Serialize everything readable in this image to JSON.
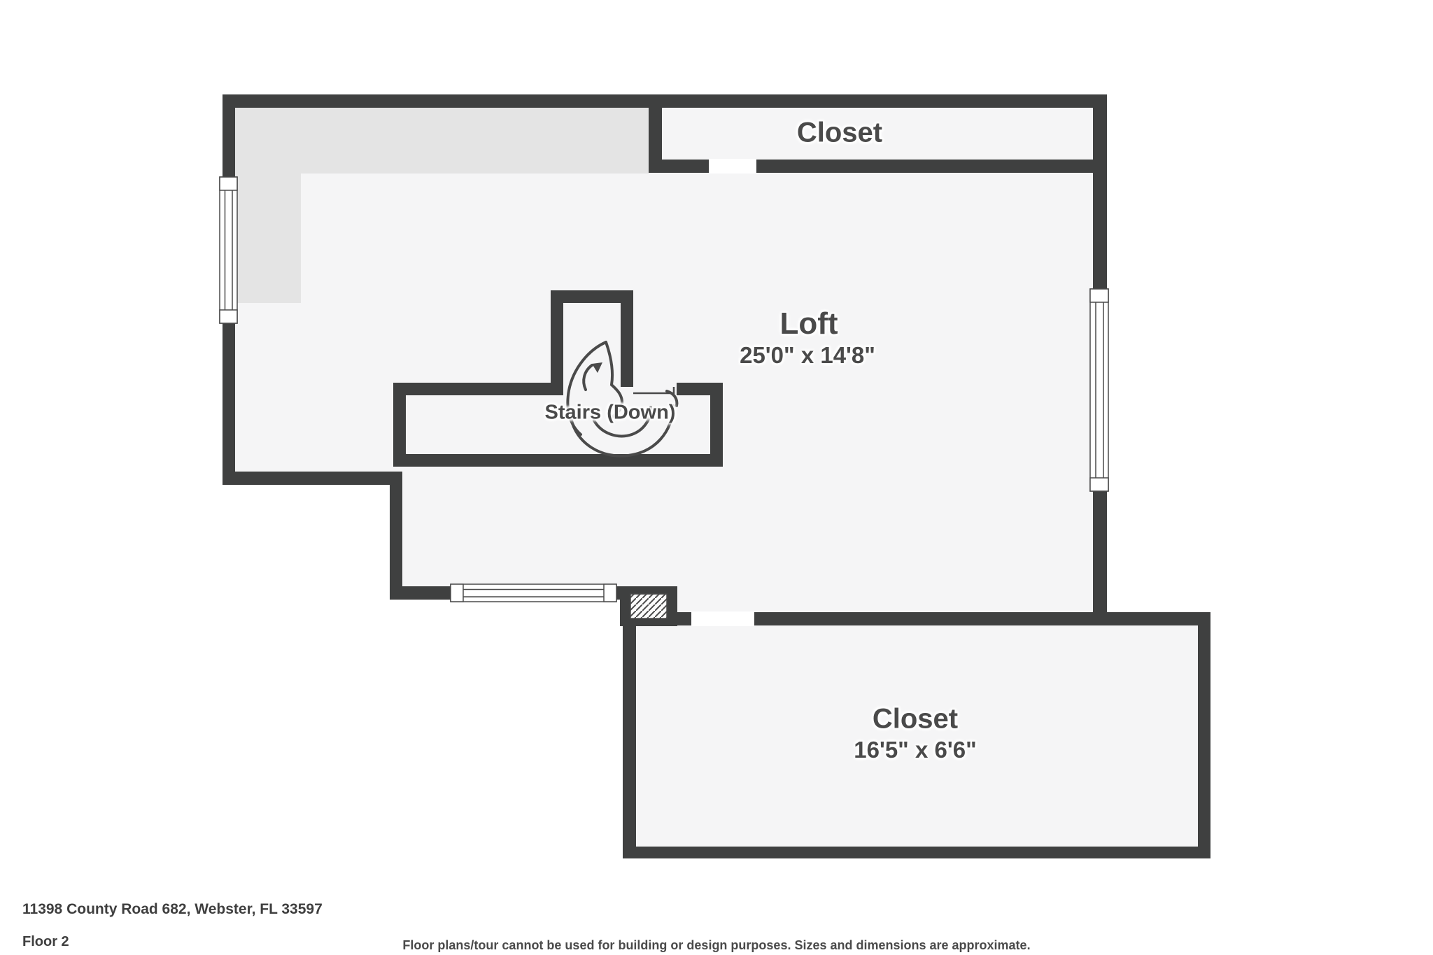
{
  "floorplan": {
    "rooms": [
      {
        "id": "closet-top",
        "label": "Closet",
        "dims": ""
      },
      {
        "id": "loft",
        "label": "Loft",
        "dims": "25'0\" x 14'8\""
      },
      {
        "id": "stairs",
        "label": "Stairs (Down)",
        "dims": ""
      },
      {
        "id": "closet-bottom",
        "label": "Closet",
        "dims": "16'5\" x 6'6\""
      }
    ],
    "colors": {
      "wall": "#3f4040",
      "room_fill": "#f5f5f6",
      "shaded_fill": "#e4e4e4",
      "label_text": "#4a4a4a",
      "outside": "#ffffff"
    },
    "symbols": [
      "stairs-down-icon",
      "window-icon",
      "door-opening",
      "hatched-chase"
    ]
  },
  "footer": {
    "address": "11398 County Road 682, Webster, FL 33597",
    "floor": "Floor 2",
    "disclaimer": "Floor plans/tour cannot be used for building or design purposes. Sizes and dimensions are approximate."
  }
}
